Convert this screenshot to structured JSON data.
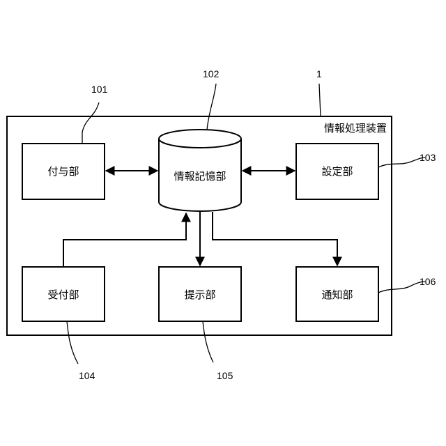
{
  "device": {
    "label": "情報処理装置",
    "ref": "1"
  },
  "blocks": {
    "grant": {
      "label": "付与部",
      "ref": "101"
    },
    "storage": {
      "label": "情報記憶部",
      "ref": "102"
    },
    "setting": {
      "label": "設定部",
      "ref": "103"
    },
    "receive": {
      "label": "受付部",
      "ref": "104"
    },
    "present": {
      "label": "提示部",
      "ref": "105"
    },
    "notify": {
      "label": "通知部",
      "ref": "106"
    }
  }
}
